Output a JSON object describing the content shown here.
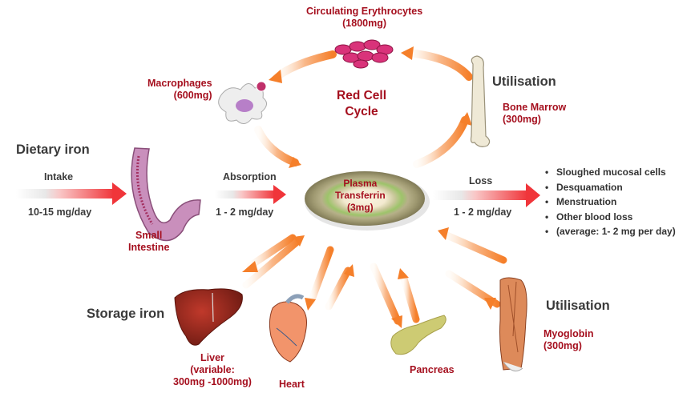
{
  "title": "Iron metabolism",
  "red_cell_cycle": {
    "label_line1": "Red Cell",
    "label_line2": "Cycle",
    "erythrocytes": {
      "name": "Circulating Erythrocytes",
      "amount": "(1800mg)"
    },
    "macrophages": {
      "name": "Macrophages",
      "amount": "(600mg)"
    },
    "bone_marrow": {
      "heading": "Utilisation",
      "name": "Bone Marrow",
      "amount": "(300mg)"
    }
  },
  "dietary": {
    "heading": "Dietary iron",
    "intake_label": "Intake",
    "intake_rate": "10-15 mg/day",
    "organ_line1": "Small",
    "organ_line2": "Intestine",
    "absorption_label": "Absorption",
    "absorption_rate": "1 - 2 mg/day"
  },
  "plasma": {
    "line1": "Plasma",
    "line2": "Transferrin",
    "line3": "(3mg)"
  },
  "loss": {
    "label": "Loss",
    "rate": "1 - 2 mg/day",
    "items": [
      "Sloughed mucosal cells",
      "Desquamation",
      "Menstruation",
      "Other blood loss",
      "(average: 1- 2 mg per day)"
    ]
  },
  "storage": {
    "heading": "Storage iron",
    "liver_line1": "Liver",
    "liver_line2": "(variable:",
    "liver_line3": "300mg -1000mg)",
    "heart": "Heart",
    "pancreas": "Pancreas"
  },
  "muscle": {
    "heading": "Utilisation",
    "name": "Myoglobin",
    "amount": "(300mg)"
  },
  "colors": {
    "label_red": "#a50f1e",
    "arrow_orange": "#f5883a",
    "flow_red": "#f0353a"
  }
}
